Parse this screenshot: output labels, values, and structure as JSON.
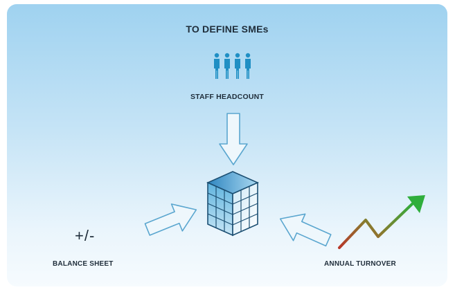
{
  "diagram": {
    "title": "TO DEFINE SMEs",
    "staff_label": "STAFF HEADCOUNT",
    "balance_symbol": "+/-",
    "balance_label": "BALANCE SHEET",
    "turnover_label": "ANNUAL TURNOVER"
  },
  "colors": {
    "background_top": "#9fd2f0",
    "background_bottom": "#f6fbfe",
    "people": "#1f8fc4",
    "arrow_fill": "#eef7fc",
    "arrow_stroke": "#5aa6cf",
    "trend_start": "#b8372a",
    "trend_end": "#2fae3c",
    "text": "#1f2d3a"
  },
  "icons": {
    "people": "people-group-icon",
    "building": "building-cube-icon",
    "trend": "rising-trend-icon"
  }
}
